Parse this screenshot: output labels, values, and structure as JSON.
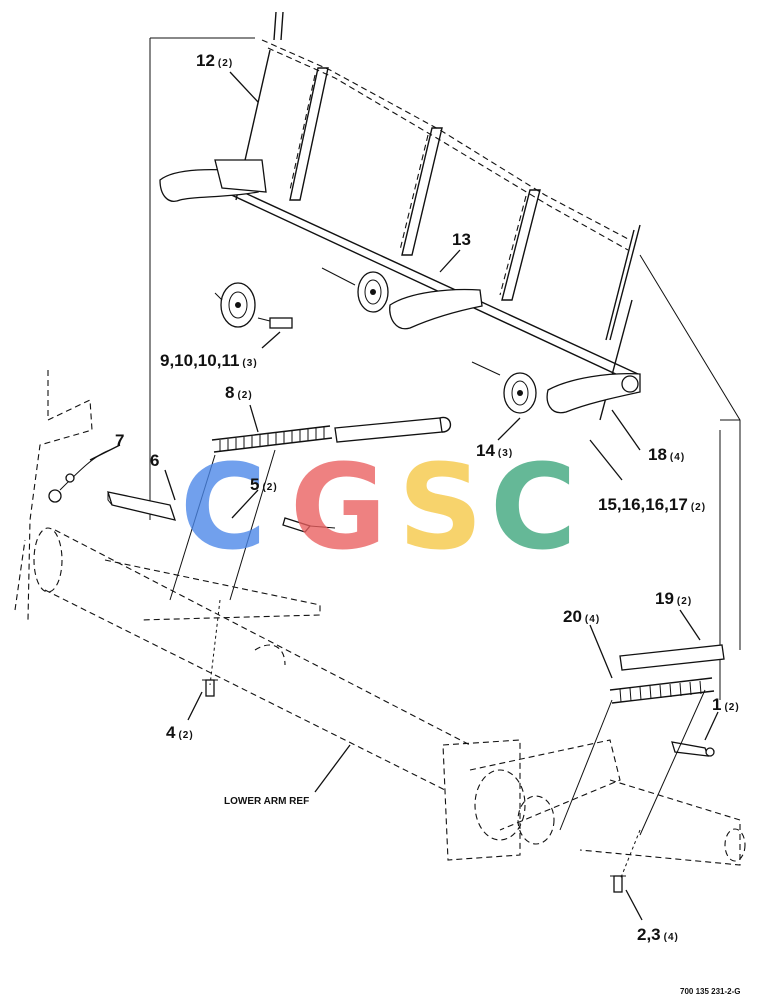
{
  "callouts": {
    "c12": {
      "num": "12",
      "qty": "(2)"
    },
    "c13": {
      "num": "13",
      "qty": ""
    },
    "c9": {
      "num": "9,10,10,11",
      "qty": "(3)"
    },
    "c8": {
      "num": "8",
      "qty": "(2)"
    },
    "c7": {
      "num": "7",
      "qty": ""
    },
    "c6": {
      "num": "6",
      "qty": ""
    },
    "c5": {
      "num": "5",
      "qty": "(2)"
    },
    "c14": {
      "num": "14",
      "qty": "(3)"
    },
    "c18": {
      "num": "18",
      "qty": "(4)"
    },
    "c15": {
      "num": "15,16,16,17",
      "qty": "(2)"
    },
    "c19": {
      "num": "19",
      "qty": "(2)"
    },
    "c20": {
      "num": "20",
      "qty": "(4)"
    },
    "c1": {
      "num": "1",
      "qty": "(2)"
    },
    "c4": {
      "num": "4",
      "qty": "(2)"
    },
    "c2": {
      "num": "2,3",
      "qty": "(4)"
    }
  },
  "reference_label": "LOWER ARM REF",
  "figure_number": "700 135 231-2-G",
  "watermark": {
    "letters": [
      "C",
      "G",
      "S",
      "C"
    ],
    "colors": [
      "#4a86e8",
      "#ea5e5e",
      "#f6c744",
      "#3aa57a"
    ]
  }
}
